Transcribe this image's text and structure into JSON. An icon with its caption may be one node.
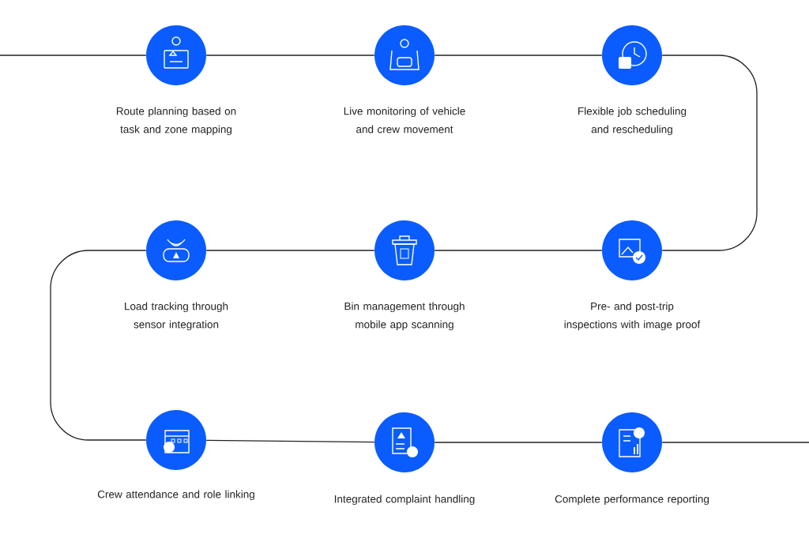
{
  "diagram": {
    "nodes": [
      {
        "text": [
          "Route planning based on task and zone mapping"
        ]
      },
      {
        "text": [
          "Live monitoring of vehicle and crew movement"
        ]
      },
      {
        "text": [
          "Flexible job scheduling and rescheduling"
        ]
      },
      {
        "text": [
          "Load tracking through sensor integration"
        ]
      },
      {
        "text": [
          "Bin management through mobile app scanning"
        ]
      },
      {
        "text": [
          "Pre- and post-trip inspections with image proof"
        ]
      },
      {
        "text": [
          "Crew attendance and role linking"
        ]
      },
      {
        "text": [
          "Integrated complaint handling"
        ]
      },
      {
        "text": [
          "Complete performance reporting"
        ]
      }
    ],
    "edges": [
      {
        "from": null,
        "to": 0,
        "arrow": "none"
      },
      {
        "from": 0,
        "to": 1,
        "arrow": "none"
      },
      {
        "from": 1,
        "to": 2,
        "arrow": "none"
      },
      {
        "from": 2,
        "to": 5,
        "arrow": "none"
      },
      {
        "from": 5,
        "to": 4,
        "arrow": "none"
      },
      {
        "from": 4,
        "to": 3,
        "arrow": "none"
      },
      {
        "from": 3,
        "to": 6,
        "arrow": "none"
      },
      {
        "from": 6,
        "to": 7,
        "arrow": "none"
      },
      {
        "from": 7,
        "to": 8,
        "arrow": "none"
      },
      {
        "from": 8,
        "to": null,
        "arrow": "none"
      }
    ]
  }
}
